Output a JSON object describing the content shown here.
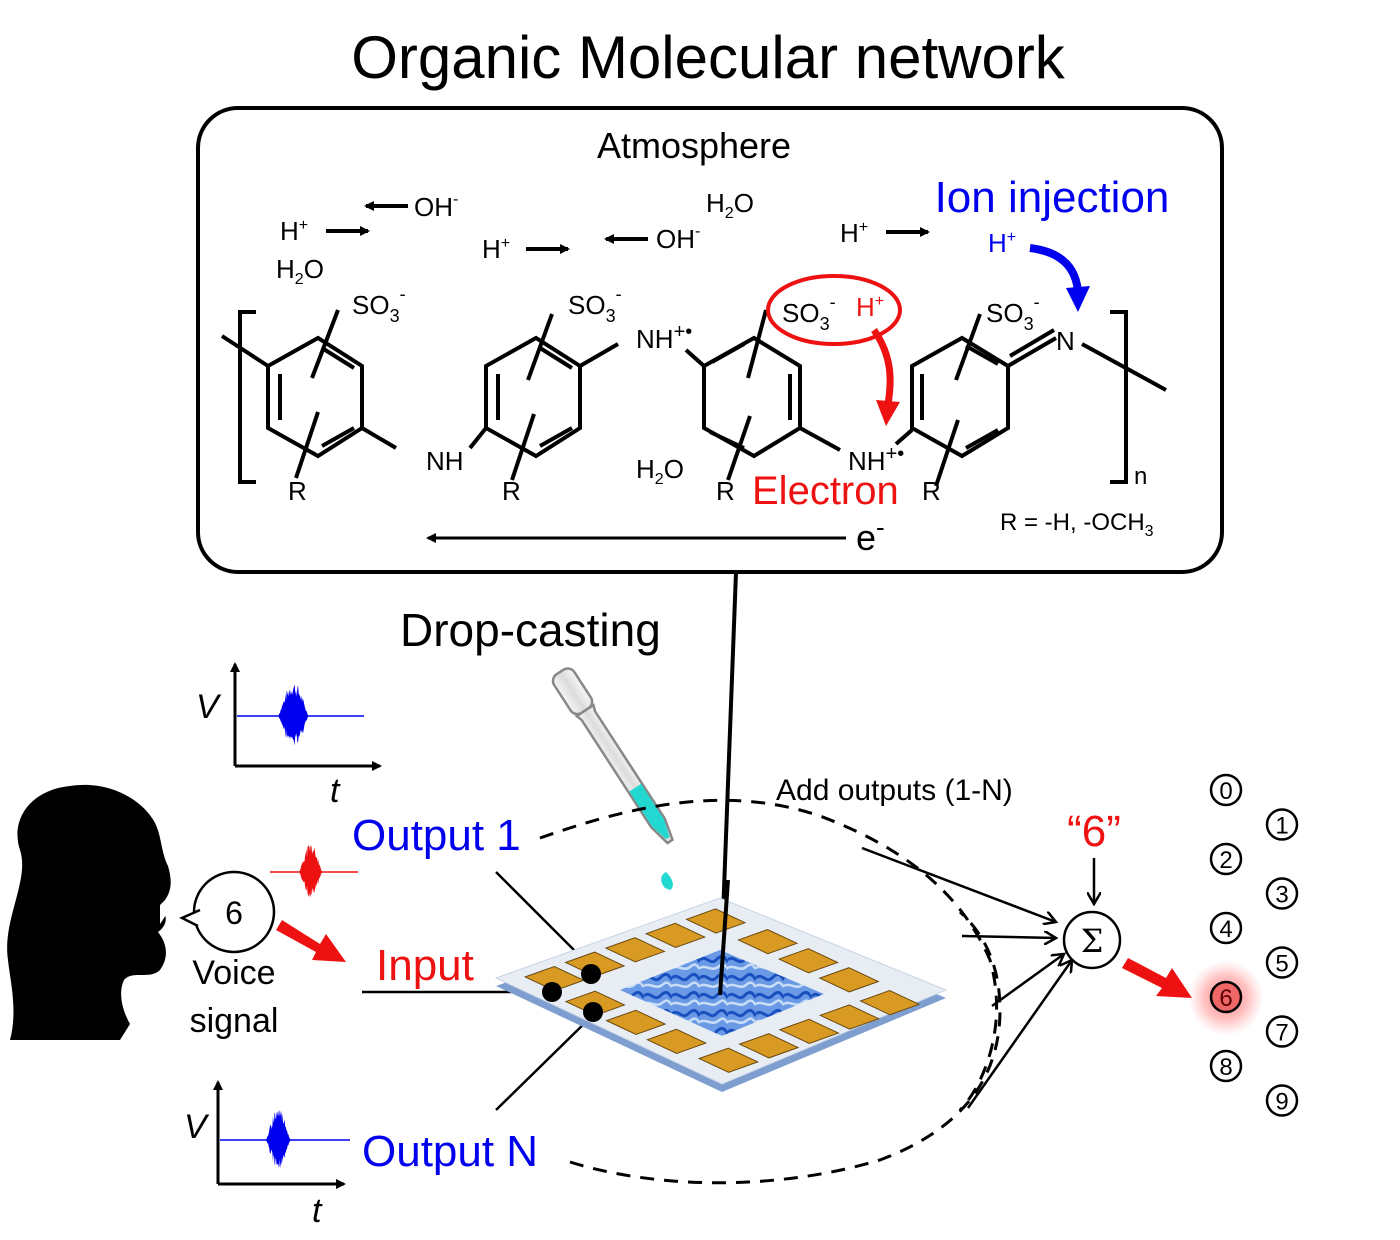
{
  "title": "Organic Molecular network",
  "molecule_panel": {
    "heading": "Atmosphere",
    "ion_injection_label": "Ion injection",
    "species": {
      "h_plus": "H",
      "plus": "+",
      "oh": "OH",
      "minus": "-",
      "h2o_h": "H",
      "h2o_sub": "2",
      "h2o_o": "O",
      "so3": "SO",
      "so3_sub": "3",
      "nh": "NH",
      "nh_radical": "+•",
      "n": "N",
      "r": "R",
      "n_subscript": "n"
    },
    "electron_label": "Electron",
    "e_minus": "e",
    "e_minus_sup": "-",
    "r_definition": "R = -H, -OCH",
    "r_definition_sub": "3"
  },
  "process": {
    "drop_casting_label": "Drop-casting",
    "output_1_label": "Output 1",
    "output_n_label": "Output N",
    "input_label": "Input",
    "voice_digit": "6",
    "voice_label_line1": "Voice",
    "voice_label_line2": "signal",
    "axis_v": "V",
    "axis_t": "t",
    "add_outputs_label": "Add outputs (1-N)",
    "target_label": "“6”",
    "sum_symbol": "Σ"
  },
  "digits": {
    "items": [
      "0",
      "1",
      "2",
      "3",
      "4",
      "5",
      "6",
      "7",
      "8",
      "9"
    ],
    "highlighted": "6"
  },
  "colors": {
    "blue": "#0000ee",
    "red": "#ee1111",
    "gold": "#d89a22",
    "film_blue": "#3a78d8",
    "substrate": "#e8edf4",
    "substrate_edge": "#7e9ed0",
    "cyan": "#22d8d0"
  }
}
